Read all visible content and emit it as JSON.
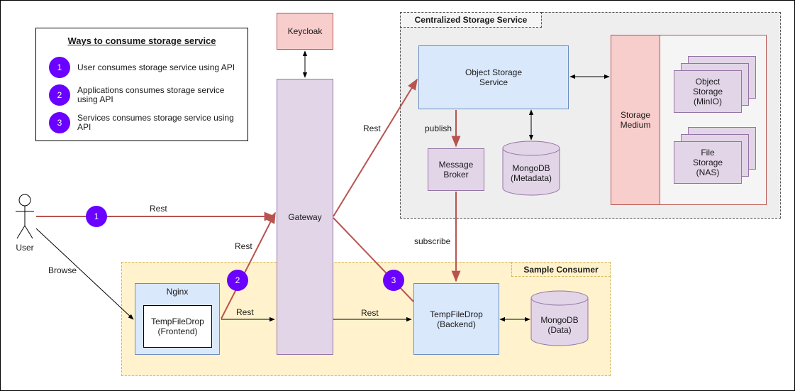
{
  "legend": {
    "title": "Ways to consume storage service",
    "items": [
      {
        "number": "1",
        "text": "User consumes storage service using API"
      },
      {
        "number": "2",
        "text": "Applications consumes storage service using API"
      },
      {
        "number": "3",
        "text": "Services consumes storage service using API"
      }
    ]
  },
  "nodes": {
    "keycloak": "Keycloak",
    "gateway": "Gateway",
    "user": "User",
    "object_storage_service": "Object Storage\nService",
    "message_broker": "Message\nBroker",
    "mongodb_metadata": "MongoDB\n(Metadata)",
    "storage_medium": "Storage\nMedium",
    "object_storage_minio": "Object\nStorage\n(MinIO)",
    "file_storage_nas": "File\nStorage\n(NAS)",
    "nginx": "Nginx",
    "tempfiledrop_frontend": "TempFileDrop\n(Frontend)",
    "tempfiledrop_backend": "TempFileDrop\n(Backend)",
    "mongodb_data": "MongoDB\n(Data)"
  },
  "containers": {
    "centralized_storage": "Centralized Storage Service",
    "sample_consumer": "Sample Consumer"
  },
  "edge_labels": {
    "user_rest": "Rest",
    "browse": "Browse",
    "frontend_rest_up": "Rest",
    "frontend_rest": "Rest",
    "gateway_object_rest": "Rest",
    "gateway_backend_rest": "Rest",
    "publish": "publish",
    "subscribe": "subscribe"
  },
  "badges": {
    "one": "1",
    "two": "2",
    "three": "3"
  },
  "colors": {
    "accent_purple": "#6a00ff",
    "rest_arrow": "#b85450",
    "purple_fill": "#e1d5e7",
    "blue_fill": "#dae8fc",
    "red_fill": "#f8cecc",
    "consumer_fill": "#fff2cc",
    "centralized_fill": "#eeeeee"
  }
}
